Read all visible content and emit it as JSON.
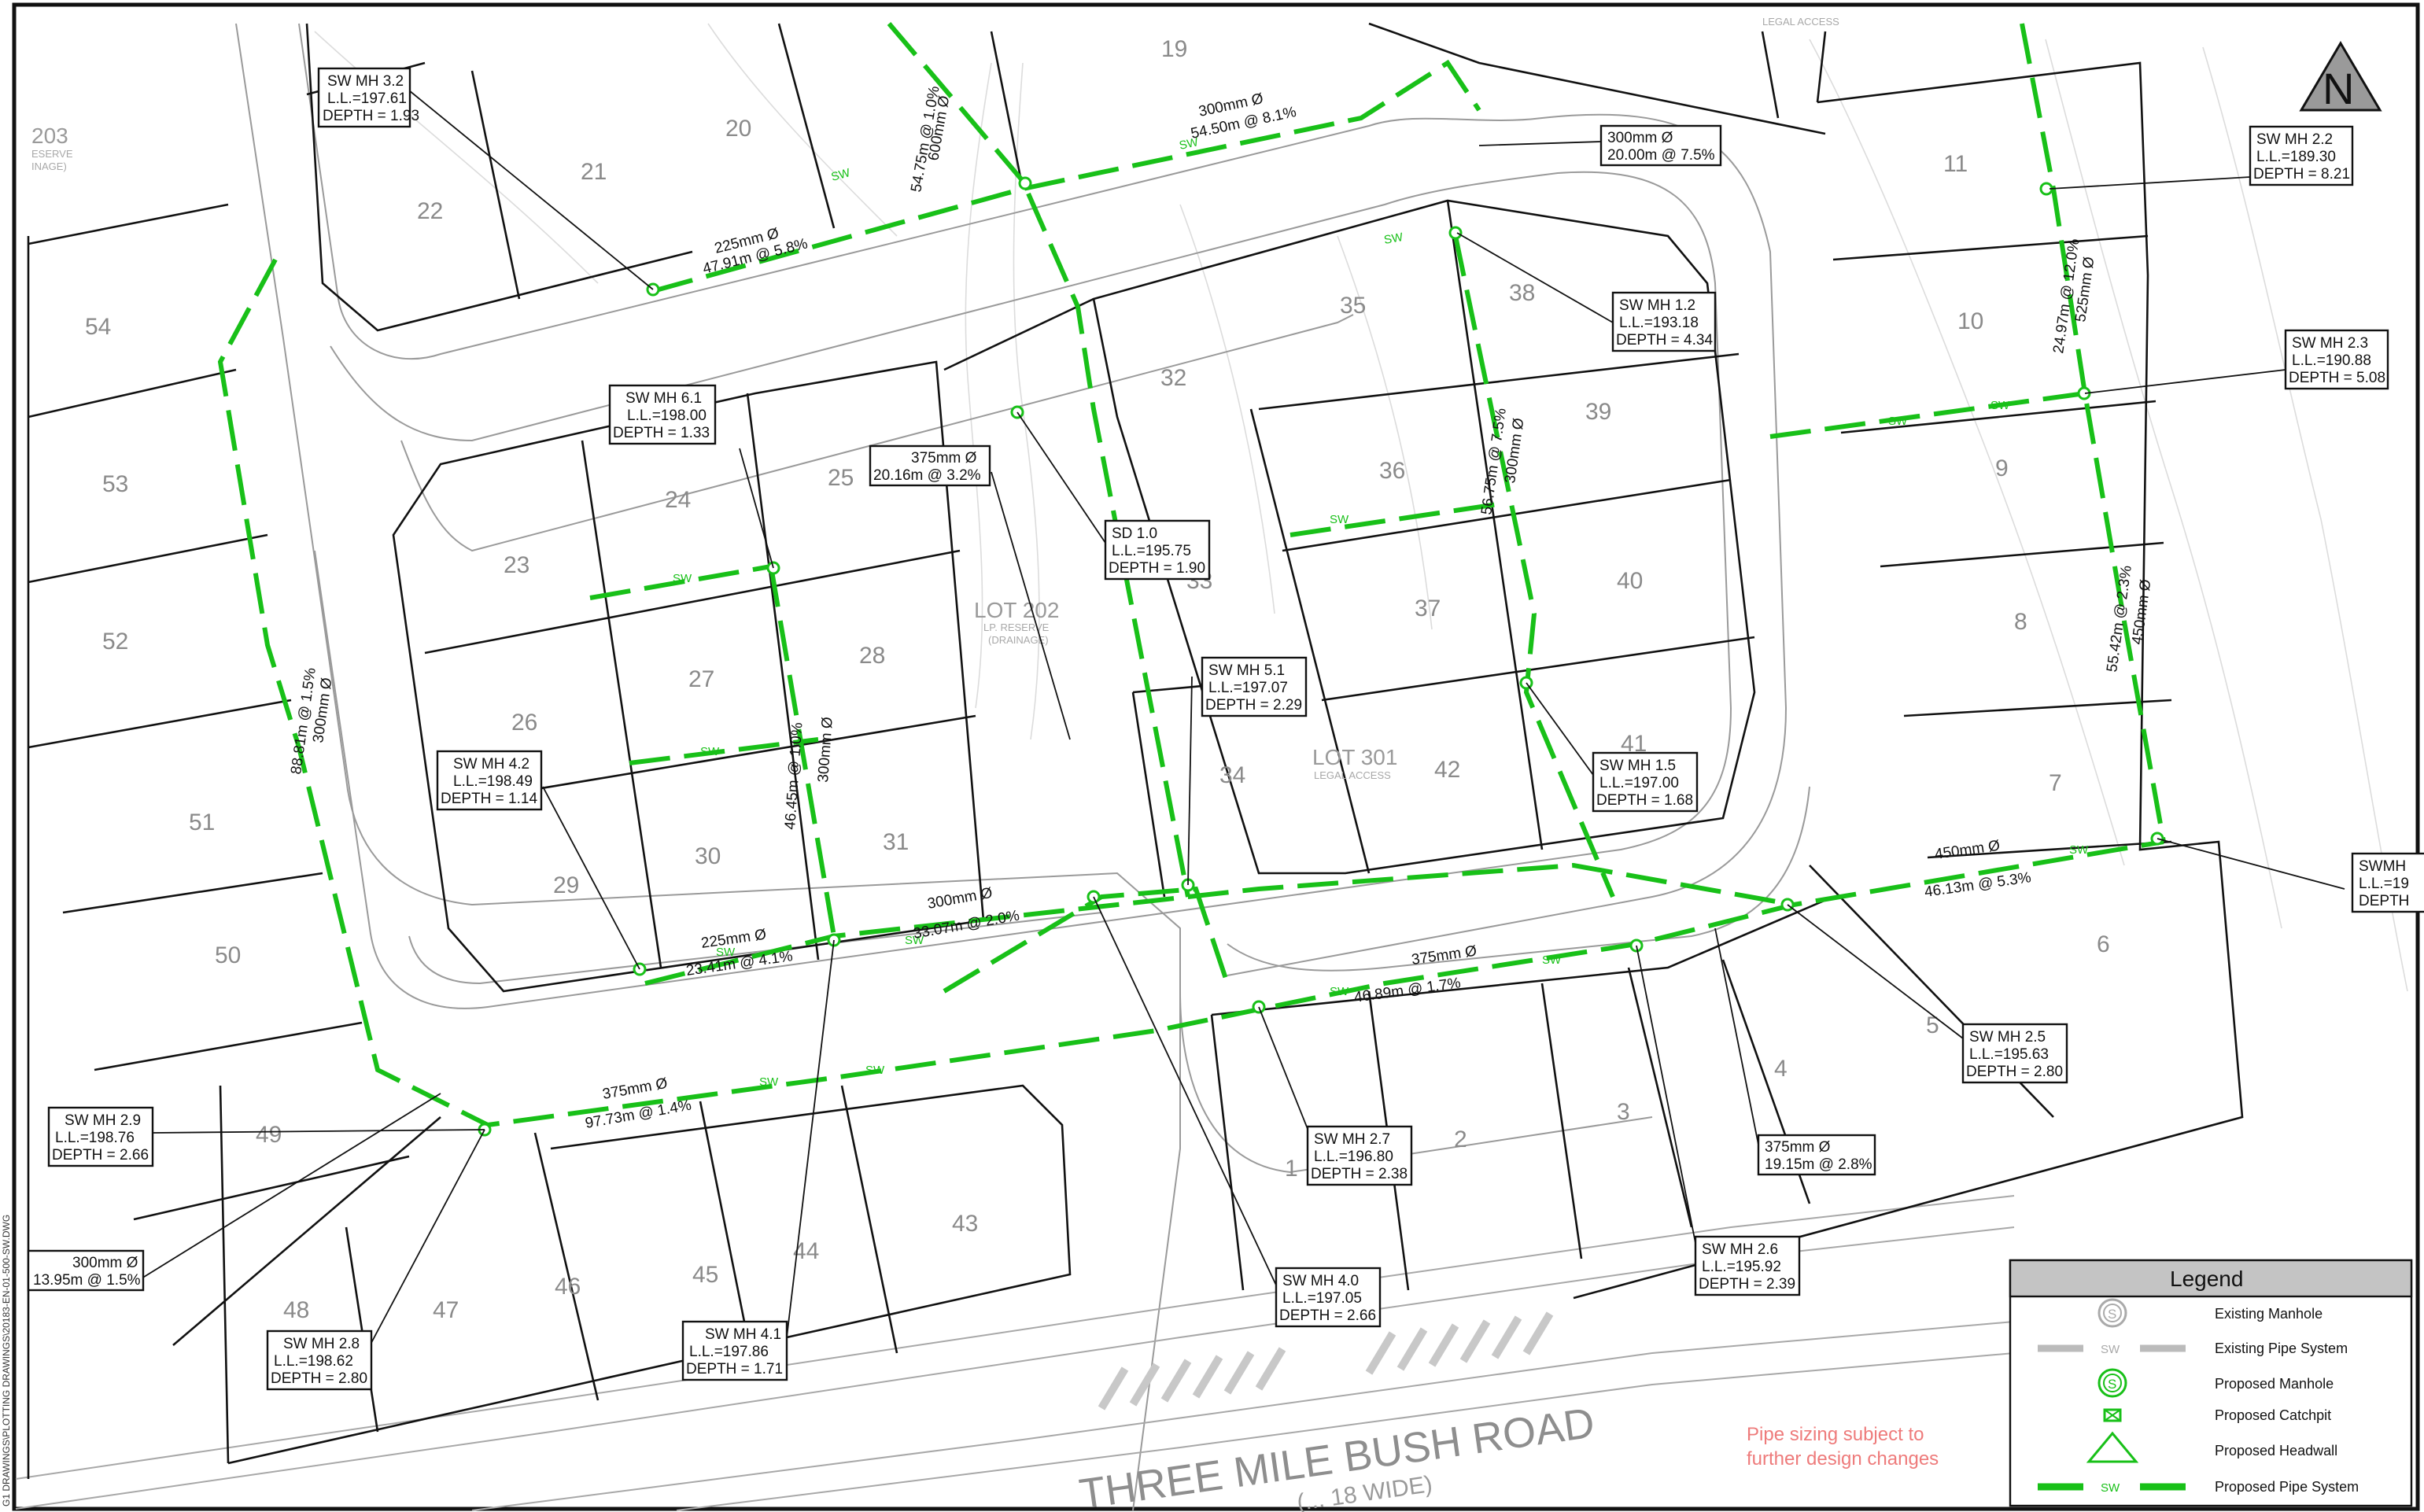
{
  "lots": [
    {
      "name": "203",
      "num": "203"
    },
    {
      "num": "54"
    },
    {
      "num": "53"
    },
    {
      "num": "52"
    },
    {
      "num": "51"
    },
    {
      "num": "50"
    },
    {
      "num": "49"
    },
    {
      "num": "48"
    },
    {
      "num": "47"
    },
    {
      "num": "46"
    },
    {
      "num": "45"
    },
    {
      "num": "44"
    },
    {
      "num": "43"
    },
    {
      "num": "22"
    },
    {
      "num": "21"
    },
    {
      "num": "20"
    },
    {
      "num": "19"
    },
    {
      "num": "23"
    },
    {
      "num": "24"
    },
    {
      "num": "25"
    },
    {
      "num": "26"
    },
    {
      "num": "27"
    },
    {
      "num": "28"
    },
    {
      "num": "29"
    },
    {
      "num": "30"
    },
    {
      "num": "31"
    },
    {
      "num": "32"
    },
    {
      "num": "33"
    },
    {
      "num": "34"
    },
    {
      "num": "35"
    },
    {
      "num": "36"
    },
    {
      "num": "37"
    },
    {
      "num": "38"
    },
    {
      "num": "39"
    },
    {
      "num": "40"
    },
    {
      "num": "41"
    },
    {
      "num": "42"
    },
    {
      "num": "11"
    },
    {
      "num": "10"
    },
    {
      "num": "9"
    },
    {
      "num": "8"
    },
    {
      "num": "7"
    },
    {
      "num": "6"
    },
    {
      "num": "5"
    },
    {
      "num": "4"
    },
    {
      "num": "3"
    },
    {
      "num": "2"
    },
    {
      "num": "1"
    }
  ],
  "special_lots": [
    {
      "num": "LOT 202",
      "sub1": "LP. RESERVE",
      "sub2": "(DRAINAGE)"
    },
    {
      "num": "LOT 301",
      "sub1": "LEGAL ACCESS"
    },
    {
      "num": "203",
      "sub1": "ESERVE",
      "sub2": "INAGE)"
    }
  ],
  "manholes": [
    {
      "id": "SW MH 3.2",
      "ll": "L.L.=197.61",
      "depth": "DEPTH = 1.93"
    },
    {
      "id": "SW MH 2.2",
      "ll": "L.L.=189.30",
      "depth": "DEPTH = 8.21"
    },
    {
      "id": "SW MH 1.2",
      "ll": "L.L.=193.18",
      "depth": "DEPTH = 4.34"
    },
    {
      "id": "SW MH 2.3",
      "ll": "L.L.=190.88",
      "depth": "DEPTH = 5.08"
    },
    {
      "id": "SW MH 6.1",
      "ll": "L.L.=198.00",
      "depth": "DEPTH = 1.33"
    },
    {
      "id": "SD 1.0",
      "ll": "L.L.=195.75",
      "depth": "DEPTH = 1.90"
    },
    {
      "id": "SW MH 5.1",
      "ll": "L.L.=197.07",
      "depth": "DEPTH = 2.29"
    },
    {
      "id": "SW MH 4.2",
      "ll": "L.L.=198.49",
      "depth": "DEPTH = 1.14"
    },
    {
      "id": "SW MH 1.5",
      "ll": "L.L.=197.00",
      "depth": "DEPTH = 1.68"
    },
    {
      "id": "SW MH 2.5",
      "ll": "L.L.=195.63",
      "depth": "DEPTH = 2.80"
    },
    {
      "id": "SW MH 2.9",
      "ll": "L.L.=198.76",
      "depth": "DEPTH = 2.66"
    },
    {
      "id": "SW MH 2.7",
      "ll": "L.L.=196.80",
      "depth": "DEPTH = 2.38"
    },
    {
      "id": "SW MH 2.6",
      "ll": "L.L.=195.92",
      "depth": "DEPTH = 2.39"
    },
    {
      "id": "SW MH 4.0",
      "ll": "L.L.=197.05",
      "depth": "DEPTH = 2.66"
    },
    {
      "id": "SW MH 2.8",
      "ll": "L.L.=198.62",
      "depth": "DEPTH = 2.80"
    },
    {
      "id": "SW MH 4.1",
      "ll": "L.L.=197.86",
      "depth": "DEPTH = 1.71"
    },
    {
      "id": "SWMH",
      "ll": "L.L.=19",
      "depth": "DEPTH"
    }
  ],
  "pipe_boxes": [
    {
      "size": "300mm Ø",
      "len": "20.00m @ 7.5%"
    },
    {
      "size": "375mm Ø",
      "len": "20.16m @ 3.2%"
    },
    {
      "size": "375mm Ø",
      "len": "19.15m @ 2.8%"
    },
    {
      "size": "300mm Ø",
      "len": "13.95m @ 1.5%"
    }
  ],
  "pipe_labels": [
    {
      "size": "225mm Ø",
      "len": "47.91m @ 5.8%"
    },
    {
      "size": "300mm Ø",
      "len": "54.50m @ 8.1%"
    },
    {
      "size": "600mm Ø",
      "len": "54.75m @ 1.0%"
    },
    {
      "size": "525mm Ø",
      "len": "24.97m @ 12.0%"
    },
    {
      "size": "300mm Ø",
      "len": "56.75m @ 7.5%"
    },
    {
      "size": "300mm Ø",
      "len": "88.81m @ 1.5%"
    },
    {
      "size": "300mm Ø",
      "len": "46.45m @ 1.0%"
    },
    {
      "size": "450mm Ø",
      "len": "55.42m @ 2.3%"
    },
    {
      "size": "225mm Ø",
      "len": "23.41m @ 4.1%"
    },
    {
      "size": "300mm Ø",
      "len": "33.07m @ 2.0%"
    },
    {
      "size": "375mm Ø",
      "len": "46.89m @ 1.7%"
    },
    {
      "size": "450mm Ø",
      "len": "46.13m @ 5.3%"
    },
    {
      "size": "375mm Ø",
      "len": "97.73m @ 1.4%"
    }
  ],
  "sw_tag": "SW",
  "road": {
    "name": "THREE MILE BUSH ROAD",
    "sub": "(... 18 WIDE)",
    "top_label": "LEGAL ACCESS"
  },
  "note": {
    "line1": "Pipe sizing subject to",
    "line2": "further design changes"
  },
  "legend": {
    "title": "Legend",
    "items": [
      {
        "label": "Existing Manhole",
        "icon": "existing-manhole-icon"
      },
      {
        "label": "Existing Pipe System",
        "icon": "existing-pipe-icon"
      },
      {
        "label": "Proposed Manhole",
        "icon": "proposed-manhole-icon"
      },
      {
        "label": "Proposed Catchpit",
        "icon": "proposed-catchpit-icon"
      },
      {
        "label": "Proposed Headwall",
        "icon": "proposed-headwall-icon"
      },
      {
        "label": "Proposed Pipe System",
        "icon": "proposed-pipe-icon"
      }
    ],
    "manhole_letter": "S",
    "pipe_tag": "SW"
  },
  "north": {
    "letter": "N"
  },
  "side_file_path": "G1 DRAWINGS\\PLOTTING DRAWINGS\\20183-EN-01-500-SW.DWG",
  "colors": {
    "pipe": "#18c018",
    "note": "#ee7b7b",
    "lot_text": "#8a8a8a",
    "linework": "#111111"
  }
}
